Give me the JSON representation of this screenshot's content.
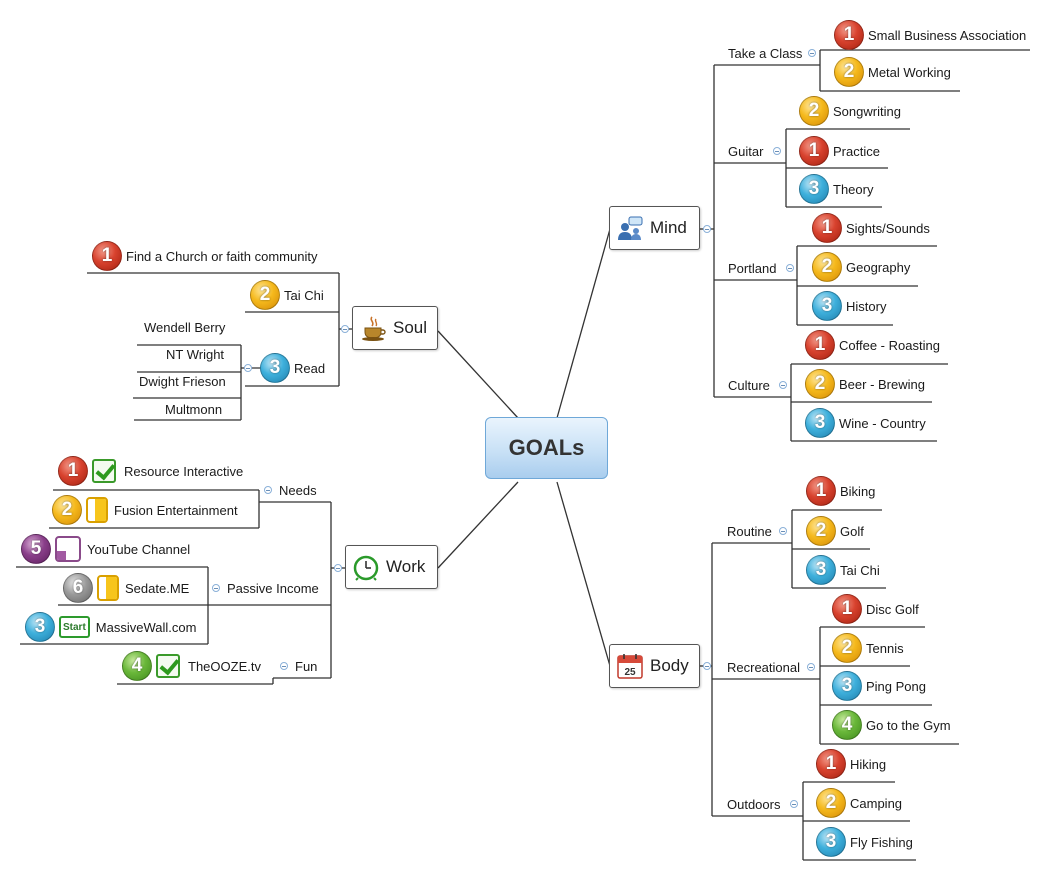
{
  "central": {
    "label": "GOALs"
  },
  "soul": {
    "label": "Soul",
    "icon": "coffee-cup-icon",
    "items": [
      {
        "priority": "1",
        "label": "Find a Church or faith community"
      },
      {
        "priority": "2",
        "label": "Tai Chi"
      },
      {
        "priority": "3",
        "label": "Read"
      }
    ],
    "books": [
      "Wendell Berry",
      "NT Wright",
      "Dwight Frieson",
      "Multmonn"
    ]
  },
  "work": {
    "label": "Work",
    "icon": "alarm-clock-icon",
    "needs": {
      "label": "Needs",
      "items": [
        {
          "priority": "1",
          "label": "Resource Interactive"
        },
        {
          "priority": "2",
          "label": "Fusion Entertainment"
        }
      ]
    },
    "passive": {
      "label": "Passive Income",
      "items": [
        {
          "priority": "5",
          "label": "YouTube Channel"
        },
        {
          "priority": "6",
          "label": "Sedate.ME"
        },
        {
          "priority": "3",
          "label": "MassiveWall.com",
          "tag": "Start"
        }
      ]
    },
    "fun": {
      "label": "Fun",
      "items": [
        {
          "priority": "4",
          "label": "TheOOZE.tv"
        }
      ]
    }
  },
  "mind": {
    "label": "Mind",
    "icon": "people-chat-icon",
    "take_class": {
      "label": "Take a Class",
      "items": [
        {
          "priority": "1",
          "label": "Small Business Association"
        },
        {
          "priority": "2",
          "label": "Metal Working"
        }
      ]
    },
    "guitar": {
      "label": "Guitar",
      "items": [
        {
          "priority": "2",
          "label": "Songwriting"
        },
        {
          "priority": "1",
          "label": "Practice"
        },
        {
          "priority": "3",
          "label": "Theory"
        }
      ]
    },
    "portland": {
      "label": "Portland",
      "items": [
        {
          "priority": "1",
          "label": "Sights/Sounds"
        },
        {
          "priority": "2",
          "label": "Geography"
        },
        {
          "priority": "3",
          "label": "History"
        }
      ]
    },
    "culture": {
      "label": "Culture",
      "items": [
        {
          "priority": "1",
          "label": "Coffee - Roasting"
        },
        {
          "priority": "2",
          "label": "Beer - Brewing"
        },
        {
          "priority": "3",
          "label": "Wine - Country"
        }
      ]
    }
  },
  "body": {
    "label": "Body",
    "icon": "calendar-icon",
    "icon_text": "25",
    "routine": {
      "label": "Routine",
      "items": [
        {
          "priority": "1",
          "label": "Biking"
        },
        {
          "priority": "2",
          "label": "Golf"
        },
        {
          "priority": "3",
          "label": "Tai Chi"
        }
      ]
    },
    "recreational": {
      "label": "Recreational",
      "items": [
        {
          "priority": "1",
          "label": "Disc Golf"
        },
        {
          "priority": "2",
          "label": "Tennis"
        },
        {
          "priority": "3",
          "label": "Ping Pong"
        },
        {
          "priority": "4",
          "label": "Go to the Gym"
        }
      ]
    },
    "outdoors": {
      "label": "Outdoors",
      "items": [
        {
          "priority": "1",
          "label": "Hiking"
        },
        {
          "priority": "2",
          "label": "Camping"
        },
        {
          "priority": "3",
          "label": "Fly Fishing"
        }
      ]
    }
  }
}
